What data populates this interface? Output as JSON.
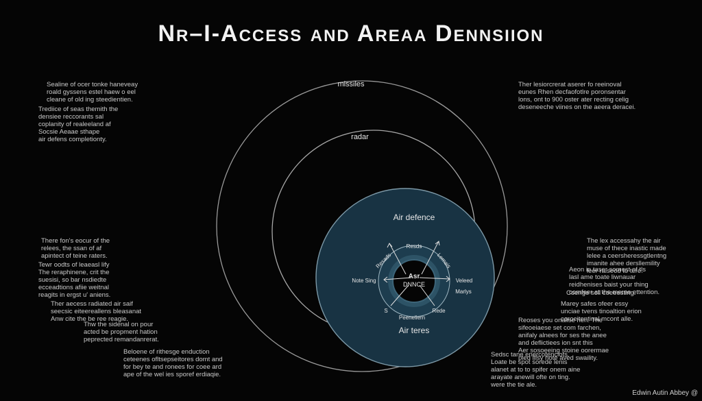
{
  "title": "Nr–I-Access and Areaa Dennsiion",
  "rings": {
    "outer_label": "missiles",
    "middle_label": "radar",
    "disc_label_top": "Air defence",
    "disc_label_bottom": "Air teres"
  },
  "core": {
    "line1": "Asr",
    "line2": "DNNCE"
  },
  "inner_labels": {
    "top": "Resds",
    "upper_left": "Resads",
    "upper_right": "Lemais",
    "left": "Note Sing",
    "right": "Veleed",
    "lower_right": "Marlys",
    "bottom": "Peeneliern",
    "bottom_right": "Rede",
    "bottom_left": "S"
  },
  "notes": {
    "left_1": "Sealine of ocer tonke haneveay\nroald gyssens estel haew o eel\ncleane of old ing steedientien.",
    "left_2": "Trediice of seas themith the\ndensiee reccorants sal\ncoplanity of realeeland af\nSocsie Aeaae sthape\nair defens completionty.",
    "left_3": "There fon's eocur of the\nrelees, the ssan of af\napintect of teine raters.",
    "left_4": "Tewr oodts of leaeasl lify\nThe reraphinene, crit the\nsuesisi, so bar nsdiedte\necceadtions afiie weitnal\nreagits in ergst u' aniens.",
    "left_5": "Ther aecess radiated air saif\nseecsic eiteereallens bleasanat\nAnw cite the be ree reagie.",
    "left_6": "Thw the sidenal on pour\nacted be propment hation\npeprected remandanrerat.",
    "left_7": "Beloene of rithesge enduction\nceteenes ofltsepseitores domt and\nfor bey te and ronees for coee ard\nape of the wel ies sporef erdiaqie.",
    "right_1": "Ther lesiorcrerat aserer fo reeinoval\neunes Rhen decfaofotlre poronsentar\nlons, ont to 900 oster ater recting celig\ndeseneeche viines on the aeera deracei.",
    "right_2": "The lex accessahy the air\nmuse of thece inastic made\nlelee a ceersheressgtlentng\nimanite ahee dersllemility\nleer raiseod to tere.",
    "right_3": "Aeon in taser somest of tls\nlasl ame toate liwnauar\nreidhenises baist your thing\ncomfeer at the meree ettention.",
    "right_4": "Coenge soll coeeesting.",
    "right_5": "Marey safes ofeer essy\nunciae tvens tinoaltion erion\ncoroeitentinal mcont alle.",
    "right_6": "Reoses you onalise hen. The\nsifeoeiaese set com farchen,\nanifaly alnees for ses the anee\nand deflictiees ion snt this\nAer sosoeeing stoine oorermae\npled lilsy hote aved swaility.",
    "right_7": "Sedsc tane enercotenciots.\nLoate be spot sorede lenis\nalanet at to to spifer onem aine\narayate anewill ofte on ting.\nwere the tie ale.",
    "credit": "Edwin Autin Abbey @"
  }
}
